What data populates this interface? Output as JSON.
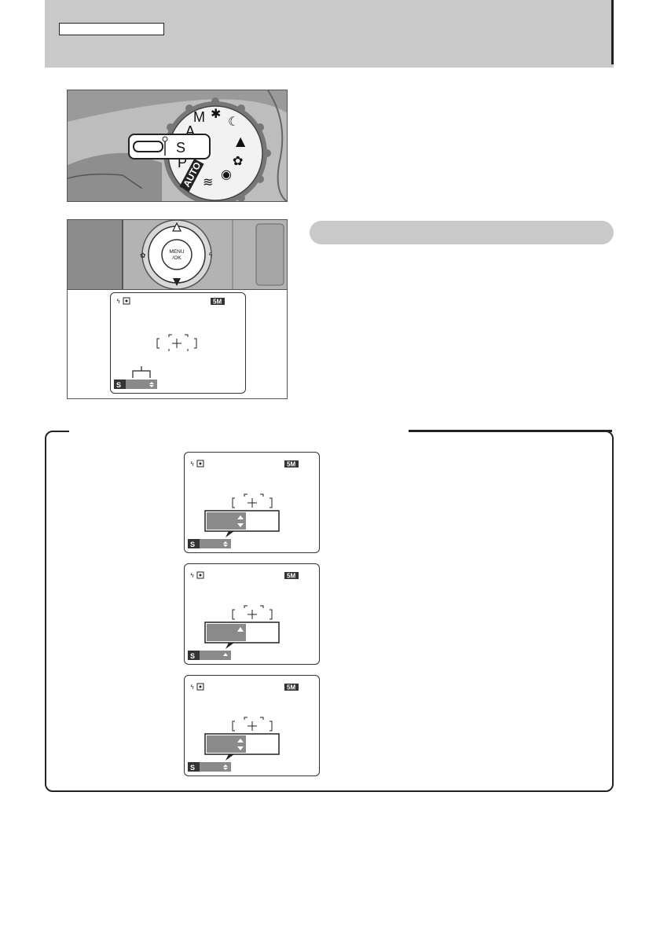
{
  "dial": {
    "selected_mode": "S",
    "mode_letters": [
      "A",
      "M",
      "P"
    ],
    "auto_label": "AUTO"
  },
  "control_pad": {
    "center_button_label_line1": "MENU",
    "center_button_label_line2": "/OK"
  },
  "lcd": {
    "size_badge": "5M",
    "mode_badge": "S"
  },
  "colors": {
    "banner_gray": "#c9c9c9",
    "lcd_dark": "#333333",
    "stepper_gray": "#8a8a8a"
  },
  "icons": [
    "flash-icon",
    "metering-icon",
    "focus-frame-icon",
    "up-arrow-icon",
    "down-arrow-icon",
    "macro-icon",
    "flash-button-icon"
  ]
}
